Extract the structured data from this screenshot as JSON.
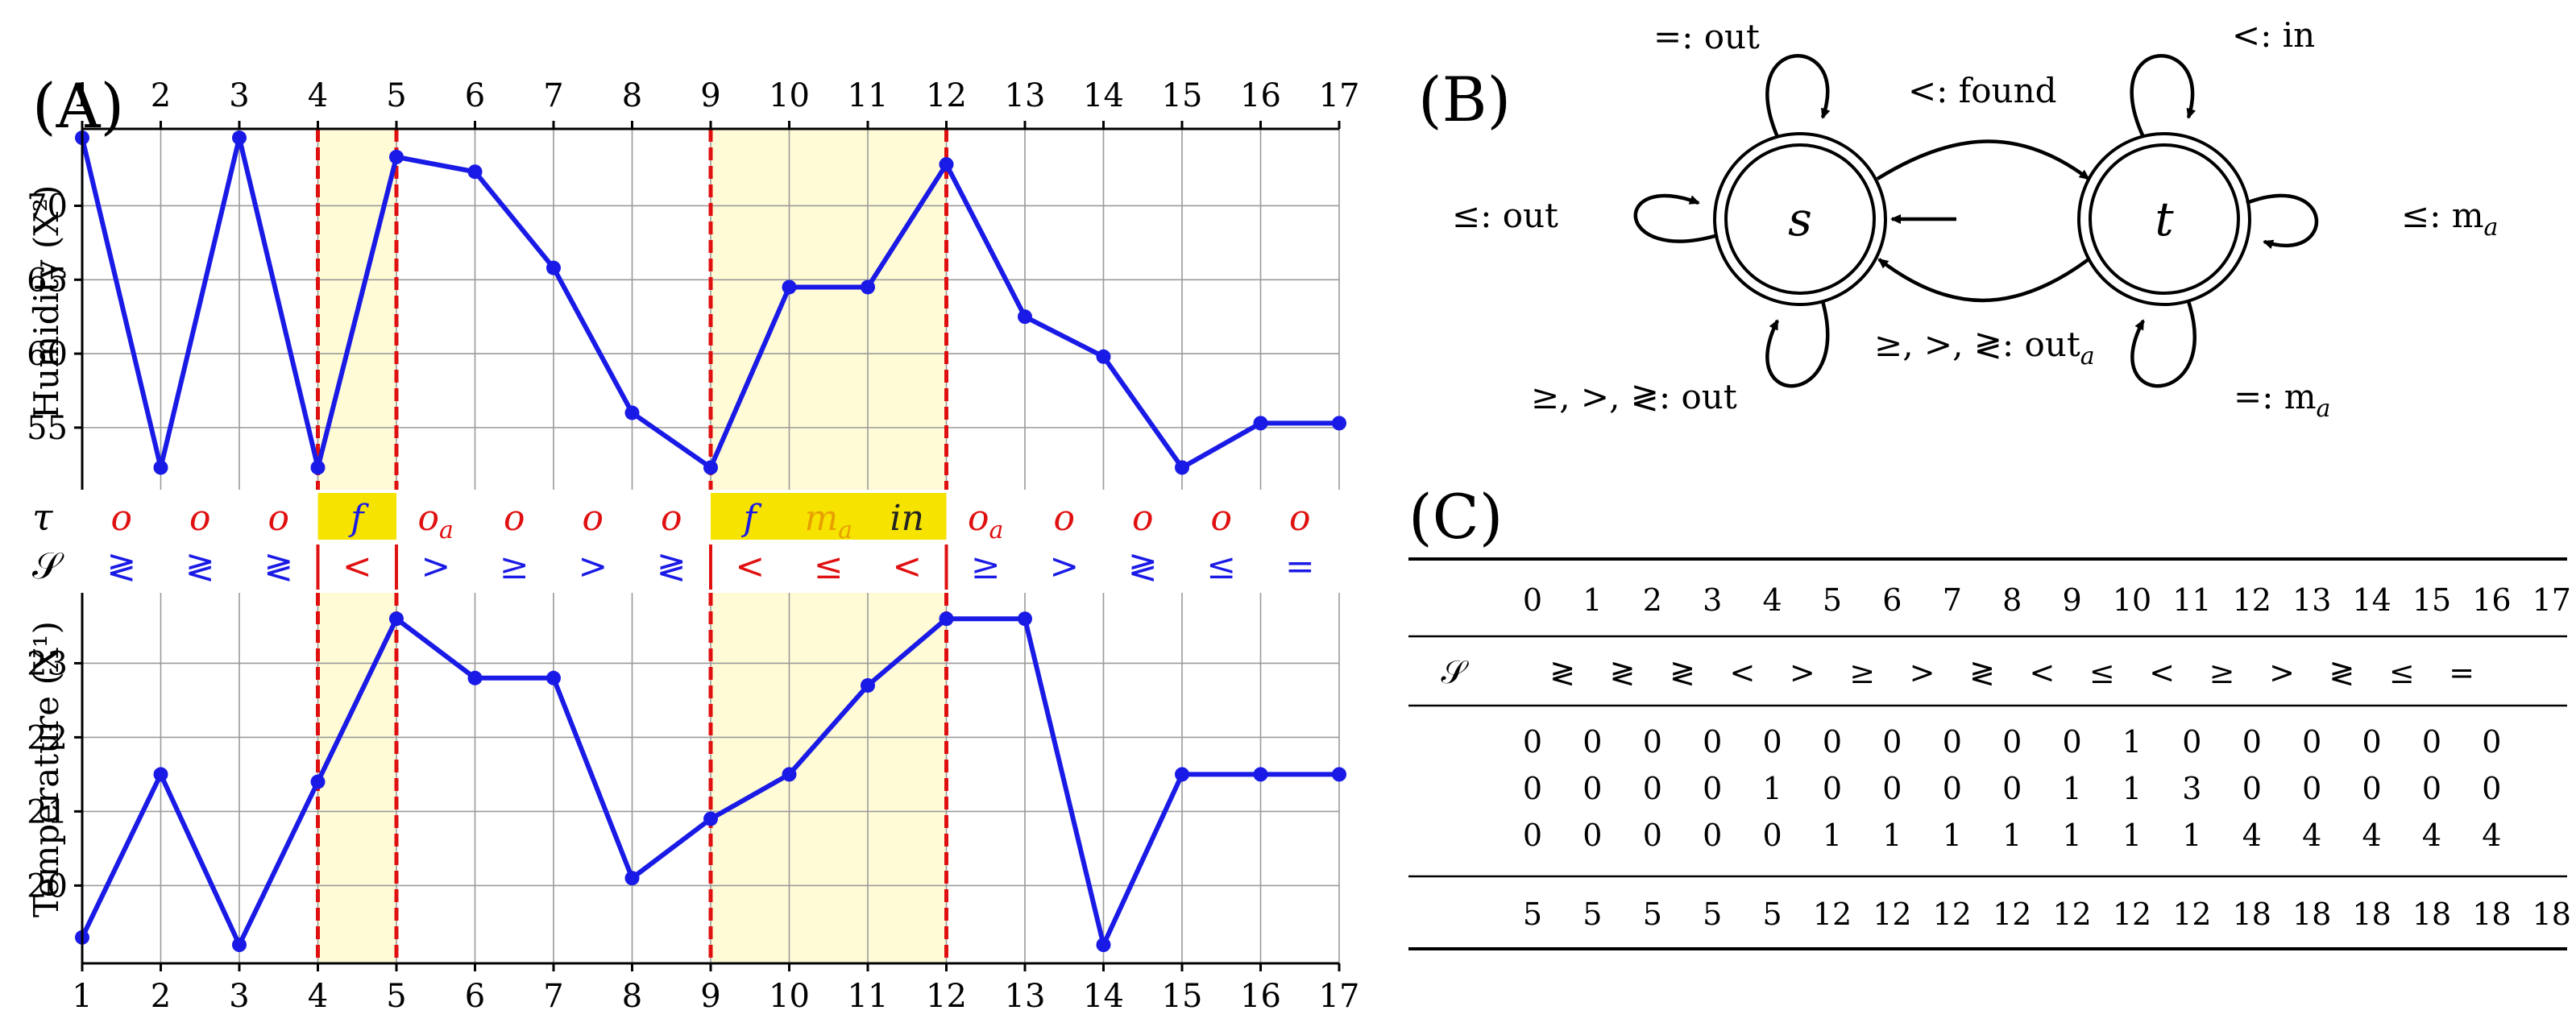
{
  "panels": {
    "a": "(A)",
    "b": "(B)",
    "c": "(C)"
  },
  "colors": {
    "line": "#1a1ae6",
    "red": "#e01010",
    "blue": "#1a1ae6",
    "shade": "#fffbd6",
    "shadeStrong": "#f6e300",
    "grid": "#9a9a9a",
    "orange": "#e8a000",
    "dark": "#222222"
  },
  "chart_data": [
    {
      "type": "line",
      "name": "humidity",
      "ylabel": "Humidity (X²)",
      "x": [
        1,
        2,
        3,
        4,
        5,
        6,
        7,
        8,
        9,
        10,
        11,
        12,
        13,
        14,
        15,
        16,
        17
      ],
      "values": [
        74.6,
        52.3,
        74.6,
        52.3,
        73.3,
        72.3,
        65.8,
        56.0,
        52.3,
        64.5,
        64.5,
        72.8,
        62.5,
        59.8,
        52.3,
        55.3,
        55.3
      ],
      "ylim": [
        50.8,
        75.2
      ],
      "yticks": [
        55,
        60,
        65,
        70
      ],
      "xticks": [
        "1",
        "2",
        "3",
        "4",
        "5",
        "6",
        "7",
        "8",
        "9",
        "10",
        "11",
        "12",
        "13",
        "14",
        "15",
        "16",
        "17"
      ],
      "grid": true
    },
    {
      "type": "line",
      "name": "temperature",
      "ylabel": "Temperature (X¹)",
      "x": [
        1,
        2,
        3,
        4,
        5,
        6,
        7,
        8,
        9,
        10,
        11,
        12,
        13,
        14,
        15,
        16,
        17
      ],
      "values": [
        19.3,
        21.5,
        19.2,
        21.4,
        23.6,
        22.8,
        22.8,
        20.1,
        20.9,
        21.5,
        22.7,
        23.6,
        23.6,
        19.2,
        21.5,
        21.5,
        21.5
      ],
      "ylim": [
        18.95,
        23.95
      ],
      "yticks": [
        20,
        21,
        22,
        23
      ],
      "xticks": [
        "1",
        "2",
        "3",
        "4",
        "5",
        "6",
        "7",
        "8",
        "9",
        "10",
        "11",
        "12",
        "13",
        "14",
        "15",
        "16",
        "17"
      ],
      "grid": true
    }
  ],
  "highlight_ranges": [
    [
      4,
      5
    ],
    [
      9,
      12
    ]
  ],
  "row_tau": {
    "label": "τ",
    "items": [
      {
        "t": "o",
        "sub": "",
        "color": "red"
      },
      {
        "t": "o",
        "sub": "",
        "color": "red"
      },
      {
        "t": "o",
        "sub": "",
        "color": "red"
      },
      {
        "t": "f",
        "sub": "",
        "color": "blue"
      },
      {
        "t": "o",
        "sub": "a",
        "color": "red"
      },
      {
        "t": "o",
        "sub": "",
        "color": "red"
      },
      {
        "t": "o",
        "sub": "",
        "color": "red"
      },
      {
        "t": "o",
        "sub": "",
        "color": "red"
      },
      {
        "t": "f",
        "sub": "",
        "color": "blue"
      },
      {
        "t": "m",
        "sub": "a",
        "color": "orange"
      },
      {
        "t": "in",
        "sub": "",
        "color": "dark"
      },
      {
        "t": "o",
        "sub": "a",
        "color": "red"
      },
      {
        "t": "o",
        "sub": "",
        "color": "red"
      },
      {
        "t": "o",
        "sub": "",
        "color": "red"
      },
      {
        "t": "o",
        "sub": "",
        "color": "red"
      },
      {
        "t": "o",
        "sub": "",
        "color": "red"
      }
    ]
  },
  "row_s": {
    "label": "𝒮",
    "items": [
      {
        "t": "≷",
        "color": "blue"
      },
      {
        "t": "≷",
        "color": "blue"
      },
      {
        "t": "≷",
        "color": "blue"
      },
      {
        "t": "<",
        "color": "red"
      },
      {
        "t": ">",
        "color": "blue"
      },
      {
        "t": "≥",
        "color": "blue"
      },
      {
        "t": ">",
        "color": "blue"
      },
      {
        "t": "≷",
        "color": "blue"
      },
      {
        "t": "<",
        "color": "red"
      },
      {
        "t": "≤",
        "color": "red"
      },
      {
        "t": "<",
        "color": "red"
      },
      {
        "t": "≥",
        "color": "blue"
      },
      {
        "t": ">",
        "color": "blue"
      },
      {
        "t": "≷",
        "color": "blue"
      },
      {
        "t": "≤",
        "color": "blue"
      },
      {
        "t": "=",
        "color": "blue"
      }
    ]
  },
  "automaton": {
    "states": [
      "s",
      "t"
    ],
    "labels": {
      "s_top": "=: out",
      "s_left": "≤: out",
      "s_bottom": "≥, >, ≷: out",
      "s_to_t": "<: found",
      "t_top": "<: in",
      "t_right": "≤: m",
      "t_right_sub": "a",
      "t_bottom": "=: m",
      "t_bottom_sub": "a",
      "t_to_s": "≥, >, ≷: out",
      "t_to_s_sub": "a"
    }
  },
  "table": {
    "header": [
      "0",
      "1",
      "2",
      "3",
      "4",
      "5",
      "6",
      "7",
      "8",
      "9",
      "10",
      "11",
      "12",
      "13",
      "14",
      "15",
      "16",
      "17"
    ],
    "s_label": "𝒮",
    "s_row": [
      "≷",
      "≷",
      "≷",
      "<",
      ">",
      "≥",
      ">",
      "≷",
      "<",
      "≤",
      "<",
      "≥",
      ">",
      "≷",
      "≤",
      "="
    ],
    "rows": [
      [
        "0",
        "0",
        "0",
        "0",
        "0",
        "0",
        "0",
        "0",
        "0",
        "0",
        "1",
        "0",
        "0",
        "0",
        "0",
        "0",
        "0"
      ],
      [
        "0",
        "0",
        "0",
        "0",
        "1",
        "0",
        "0",
        "0",
        "0",
        "1",
        "1",
        "3",
        "0",
        "0",
        "0",
        "0",
        "0"
      ],
      [
        "0",
        "0",
        "0",
        "0",
        "0",
        "1",
        "1",
        "1",
        "1",
        "1",
        "1",
        "1",
        "4",
        "4",
        "4",
        "4",
        "4"
      ]
    ],
    "final": [
      "5",
      "5",
      "5",
      "5",
      "5",
      "12",
      "12",
      "12",
      "12",
      "12",
      "12",
      "12",
      "18",
      "18",
      "18",
      "18",
      "18",
      "18"
    ]
  }
}
